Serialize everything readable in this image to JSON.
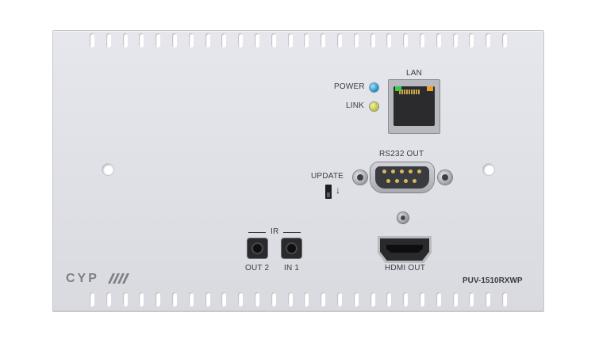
{
  "panel": {
    "lan_label": "LAN",
    "power_label": "POWER",
    "link_label": "LINK",
    "rs232_label": "RS232 OUT",
    "update_label": "UPDATE",
    "ir_label": "IR",
    "out2_label": "OUT 2",
    "in1_label": "IN 1",
    "hdmi_label": "HDMI OUT",
    "brand": "CYP",
    "model": "PUV-1510RXWP"
  },
  "icons": {
    "update_arrow": "↓"
  },
  "colors": {
    "power_led": "#1c8ac2",
    "link_led": "#bdbd3c",
    "panel": "#e2e3e8"
  }
}
